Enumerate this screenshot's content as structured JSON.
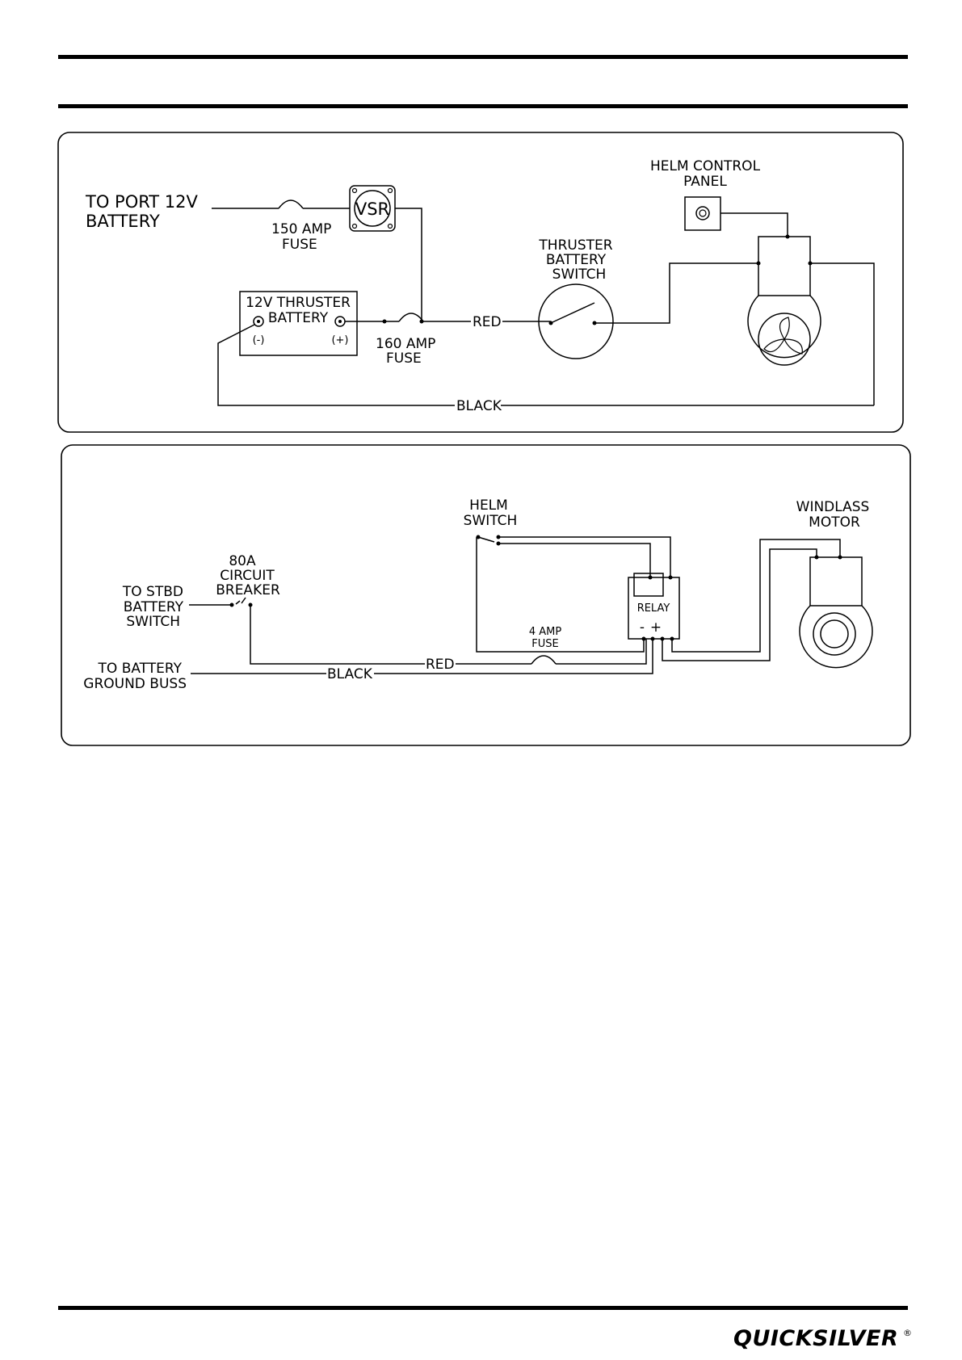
{
  "thruster_diagram": {
    "source_label": [
      "TO PORT 12V",
      "BATTERY"
    ],
    "fuse_150": [
      "150 AMP",
      "FUSE"
    ],
    "vsr": "VSR",
    "battery": [
      "12V THRUSTER",
      "BATTERY"
    ],
    "battery_neg": "(-)",
    "battery_pos": "(+)",
    "fuse_160": [
      "160 AMP",
      "FUSE"
    ],
    "red_wire": "RED",
    "switch": [
      "THRUSTER",
      "BATTERY",
      "SWITCH"
    ],
    "helm_panel": [
      "HELM CONTROL",
      "PANEL"
    ],
    "black_wire": "BLACK"
  },
  "windlass_diagram": {
    "stbd_label": [
      "TO STBD",
      "BATTERY",
      "SWITCH"
    ],
    "breaker": [
      "80A",
      "CIRCUIT",
      "BREAKER"
    ],
    "ground_label": [
      "TO BATTERY",
      "GROUND BUSS"
    ],
    "black_wire": "BLACK",
    "red_wire": "RED",
    "fuse_4": [
      "4 AMP",
      "FUSE"
    ],
    "helm_switch": [
      "HELM",
      "SWITCH"
    ],
    "relay": "RELAY",
    "relay_minus": "-",
    "relay_plus": "+",
    "motor": [
      "WINDLASS",
      "MOTOR"
    ]
  },
  "footer": {
    "brand": "QUICKSILVER",
    "registered": "®"
  }
}
